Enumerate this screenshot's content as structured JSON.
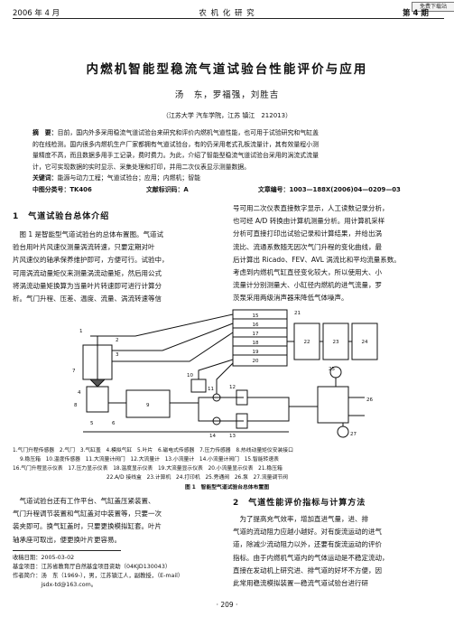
{
  "stamp": "免费下载站",
  "header": {
    "left": "2006 年 4 月",
    "center": "农 机 化 研 究",
    "right": "第 4 期"
  },
  "title": "内燃机智能型稳流气道试验台性能评价与应用",
  "authors": "汤　东，罗福强，刘胜吉",
  "affiliation": "（江苏大学 汽车学院，江苏 镇江　212013）",
  "abstract": {
    "label": "摘　要：",
    "lines": [
      "目前，国内外多采用稳流气道试验台来研究和评价内燃机气道性能，也可用于试验研究和气缸盖",
      "的在线检测。国内很多内燃机生产厂家都拥有气道试验台，有的仍采用老式孔板流量计，其有效量程小测",
      "量精度不高，而且数据多用手工记录，费时费力。为此，介绍了智能型稳流气道试验台采用的涡流式流量",
      "计，它可实现数据的实时显示、采集处理和打印，并用二次仪表显示测量数据。"
    ],
    "keywords_label": "关键词：",
    "keywords": "能源与动力工程；气道试验台；应用；内燃机；智能",
    "clc": "中图分类号：TK406",
    "doc_code": "文献标识码：A",
    "article_no": "文章编号：1003—188X(2006)04—0209—03"
  },
  "section1": {
    "heading": "1　气道试验台总体介绍",
    "lines": [
      "　图 1 是智能型气道试验台的总体布置图。气道试",
      "验台用叶片风速仪测量涡流转速，只要定期对叶",
      "片风速仪的轴承保养维护即可，方便可行。试验中，",
      "可用涡流动量矩仪来测量涡流动量矩，然后用公式",
      "将涡流动量矩换算为当量叶片转速即可进行计算分",
      "析。气门升程、压差、温度、流量、涡流转速等信"
    ]
  },
  "right_col1": {
    "lines": [
      "号可用二次仪表直接数字显示，人工读数记录分析，",
      "也可经 A/D 转换由计算机测量分析。用计算机采样",
      "分析可直接打印出试验记录和计算结果，并给出涡",
      "流比、流通系数随无因次气门升程的变化曲线，最",
      "后计算出 Ricado、FEV、AVL 涡流比和平均流量系数。",
      "考虑到内燃机气缸直径变化较大，所以使用大、小",
      "流量计分别测量大、小缸径内燃机的进气流量，罗",
      "茨泵采用两级消声器来降低气体噪声。"
    ]
  },
  "figure": {
    "legend_lines": [
      "1.气门升程传感器　2.气门　3.气缸盖　4.模拟气缸　5.叶片　6.磁电式传感器　7.压力传感器　8.热线动量矩仪安装接口",
      "9.稳压箱　10.温度传感器　11.大流量计阀门　12.大流量计　13.小流量计　14.小流量计阀门　15.智能转速表",
      "16.气门升程显示仪表　17.压力显示仪表　18.温度显示仪表　19.大流量显示仪表　20.小流量显示仪表　21.稳压箱",
      "22.A/D 接线盒　23.计算机　24.打印机　25.旁通阀　26.泵　27.流量调节阀"
    ],
    "caption": "图 1　智能型气道试验台总体布置图",
    "instrument_numbers": [
      "15",
      "16",
      "17",
      "18",
      "19",
      "20"
    ],
    "box_numbers": [
      "22",
      "23",
      "24"
    ],
    "part_labels": [
      "1",
      "2",
      "3",
      "4",
      "5",
      "6",
      "7",
      "8",
      "9",
      "10",
      "11",
      "12",
      "13",
      "14",
      "21",
      "25",
      "26",
      "27"
    ]
  },
  "section1_cont": {
    "lines": [
      "　气道试验台还有工作平台、气缸盖压紧装置、",
      "气门升程调节装置和气缸盖对中装置等，只要一次",
      "装夹即可。换气缸盖时，只要更换模拟缸套。叶片",
      "轴承座可取出，便更换叶片更容易。"
    ]
  },
  "meta": {
    "received": "收稿日期：2005-03-02",
    "fund": "基金项目：江苏省教育厅自然基金项目资助（04KJD130043）",
    "author_info_1": "作者简介：汤　东（1969-），男，江苏镇江人，副教授，（E-mail）",
    "author_info_2": "　　　　　jsdx-td@163.com。"
  },
  "section2": {
    "heading": "2　气道性能评价指标与计算方法",
    "lines": [
      "　为了提高充气效率，增加直进气量，进、排",
      "气道的流动阻力应越小越好。对有旋流运动的进气",
      "道，除减少流动阻力以外，还要有旋流运动的评价",
      "指标。由于内燃机气道内的气体运动是不稳定流动，",
      "直接在发动机上研究进、排气道的好坏不方便，因",
      "此常用稳流模拟装置—稳流气道试验台进行研"
    ]
  },
  "page_number": "· 209 ·"
}
